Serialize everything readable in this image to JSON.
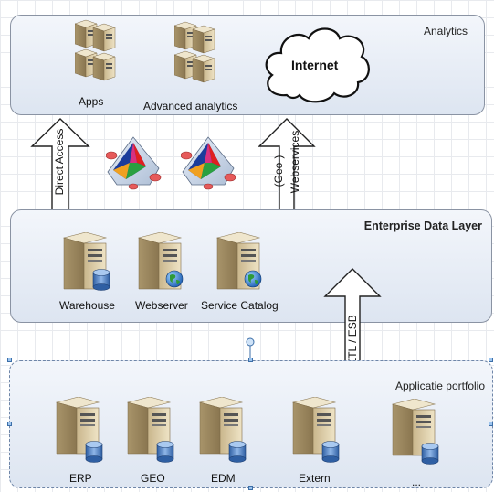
{
  "layers": {
    "analytics": {
      "title": "Analytics"
    },
    "enterprise": {
      "title": "Enterprise Data Layer"
    },
    "portfolio": {
      "title": "Applicatie portfolio"
    }
  },
  "analytics_nodes": [
    {
      "label": "Apps",
      "icon": "server-stack-icon"
    },
    {
      "label": "Advanced analytics",
      "icon": "server-stack-icon"
    },
    {
      "label": "Internet",
      "icon": "cloud-icon"
    }
  ],
  "enterprise_nodes": [
    {
      "label": "Warehouse",
      "icon": "database-server-icon"
    },
    {
      "label": "Webserver",
      "icon": "web-server-icon"
    },
    {
      "label": "Service Catalog",
      "icon": "web-server-icon"
    }
  ],
  "portfolio_nodes": [
    {
      "label": "ERP",
      "icon": "database-server-icon"
    },
    {
      "label": "GEO",
      "icon": "database-server-icon"
    },
    {
      "label": "EDM",
      "icon": "database-server-icon"
    },
    {
      "label": "Extern",
      "icon": "database-server-icon"
    },
    {
      "label": "...",
      "icon": "database-server-icon"
    }
  ],
  "arrows": {
    "direct_access": "Direct Access",
    "geo_line1": "(Geo-)",
    "geo_line2": "Webservices",
    "etl": "ETL / ESB"
  },
  "colors": {
    "layer_fill_top": "#f3f6fb",
    "layer_fill_bottom": "#dde5f1",
    "layer_border": "#8a93a3",
    "server_body": "#d9c9a3",
    "database": "#3f78c0",
    "globe": "#2a8a3e"
  }
}
